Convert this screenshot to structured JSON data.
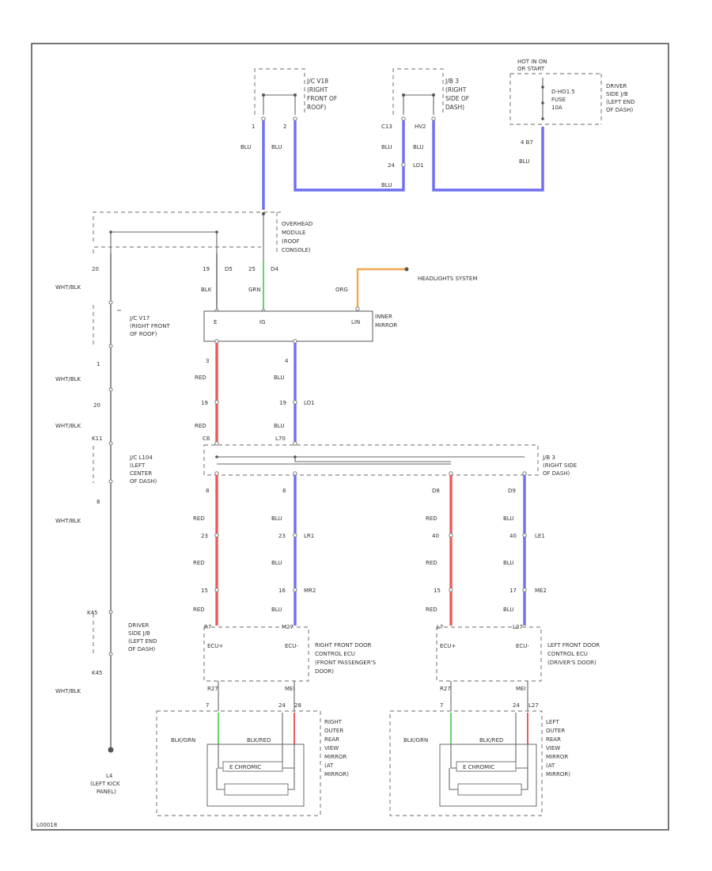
{
  "diagram_id": "L00018",
  "top_sources": {
    "jc_roof": [
      "J/C V18",
      "(RIGHT",
      "FRONT OF",
      "ROOF)"
    ],
    "jb3_top": [
      "J/B 3",
      "(RIGHT",
      "SIDE OF",
      "DASH)"
    ],
    "hot_label": [
      "HOT IN ON",
      "OR START"
    ],
    "fuse": [
      "D-HO1.5",
      "FUSE",
      "10A"
    ],
    "driver_jb_top": [
      "DRIVER",
      "SIDE J/B",
      "(LEFT END",
      "OF DASH)"
    ]
  },
  "top_pins": {
    "p1": "1",
    "p2": "2",
    "c13": "C13",
    "hv2": "HV2",
    "p24": "24",
    "lo1": "LO1",
    "p4b7": "4 B7"
  },
  "wire_colors": {
    "blu": "BLU",
    "red": "RED",
    "grn": "GRN",
    "blk": "BLK",
    "org": "ORG",
    "wht_blk": "WHT/BLK",
    "blk_grn": "BLK/GRN",
    "blk_red": "BLK/RED"
  },
  "overhead_module": [
    "OVERHEAD",
    "MODULE",
    "(ROOF",
    "CONSOLE)"
  ],
  "overhead_pins": {
    "p20": "20",
    "p19": "19",
    "d5": "D5",
    "p25": "25",
    "d4": "D4"
  },
  "headlights": "HEADLIGHTS SYSTEM",
  "inner_mirror": {
    "label": [
      "INNER",
      "MIRROR"
    ],
    "pin_e": "E",
    "pin_ig": "IG",
    "pin_lin": "LIN",
    "pins_bottom": {
      "p3": "3",
      "p4": "4"
    }
  },
  "jc_v17": [
    "J/C V17",
    "(RIGHT FRONT",
    "OF ROOF)"
  ],
  "jc_l104": [
    "J/C L104",
    "(LEFT",
    "CENTER",
    "OF DASH)"
  ],
  "left_pins": {
    "p1": "1",
    "p20": "20",
    "p8": "8",
    "k11": "K11",
    "k45": "K45"
  },
  "mid_pins": {
    "p19": "19",
    "lo1": "LO1",
    "c6": "C6",
    "l70": "L70"
  },
  "jb3_mid": [
    "J/B 3",
    "(RIGHT SIDE",
    "OF DASH)"
  ],
  "lower_pins": {
    "p8a": "8",
    "p8b": "8",
    "d8": "D8",
    "d9": "D9",
    "p23": "23",
    "lr1": "LR1",
    "p40": "40",
    "le1": "LE1",
    "p15a": "15",
    "p16": "16",
    "mr2": "MR2",
    "p15b": "15",
    "p17": "17",
    "me2": "ME2",
    "r7": "R7",
    "m27": "M27",
    "l7": "L7",
    "l27": "L27"
  },
  "right_ecu": {
    "ecu_plus": "ECU+",
    "ecu_minus": "ECU-",
    "label": [
      "RIGHT FRONT DOOR",
      "CONTROL ECU",
      "(FRONT PASSENGER'S",
      "DOOR)"
    ],
    "pin_left": "R27",
    "pin_right": "MEI"
  },
  "left_ecu": {
    "ecu_plus": "ECU+",
    "ecu_minus": "ECU-",
    "label": [
      "LEFT FRONT DOOR",
      "CONTROL ECU",
      "(DRIVER'S DOOR)"
    ],
    "pin_left": "R27",
    "pin_right": "MEI"
  },
  "driver_jb_lower": [
    "DRIVER",
    "SIDE J/B",
    "(LEFT END",
    "OF DASH)"
  ],
  "ground": [
    "L4",
    "(LEFT KICK",
    "PANEL)"
  ],
  "right_mirror": {
    "pins": {
      "p7": "7",
      "p24": "24",
      "p28": "28"
    },
    "block": "E CHROMIC",
    "label": [
      "RIGHT",
      "OUTER",
      "REAR",
      "VIEW",
      "MIRROR",
      "(AT",
      "MIRROR)"
    ]
  },
  "left_mirror": {
    "pins": {
      "p7": "7",
      "p24": "24",
      "l27": "L27"
    },
    "block": "E CHROMIC",
    "label": [
      "LEFT",
      "OUTER",
      "REAR",
      "VIEW",
      "MIRROR",
      "(AT",
      "MIRROR)"
    ]
  }
}
